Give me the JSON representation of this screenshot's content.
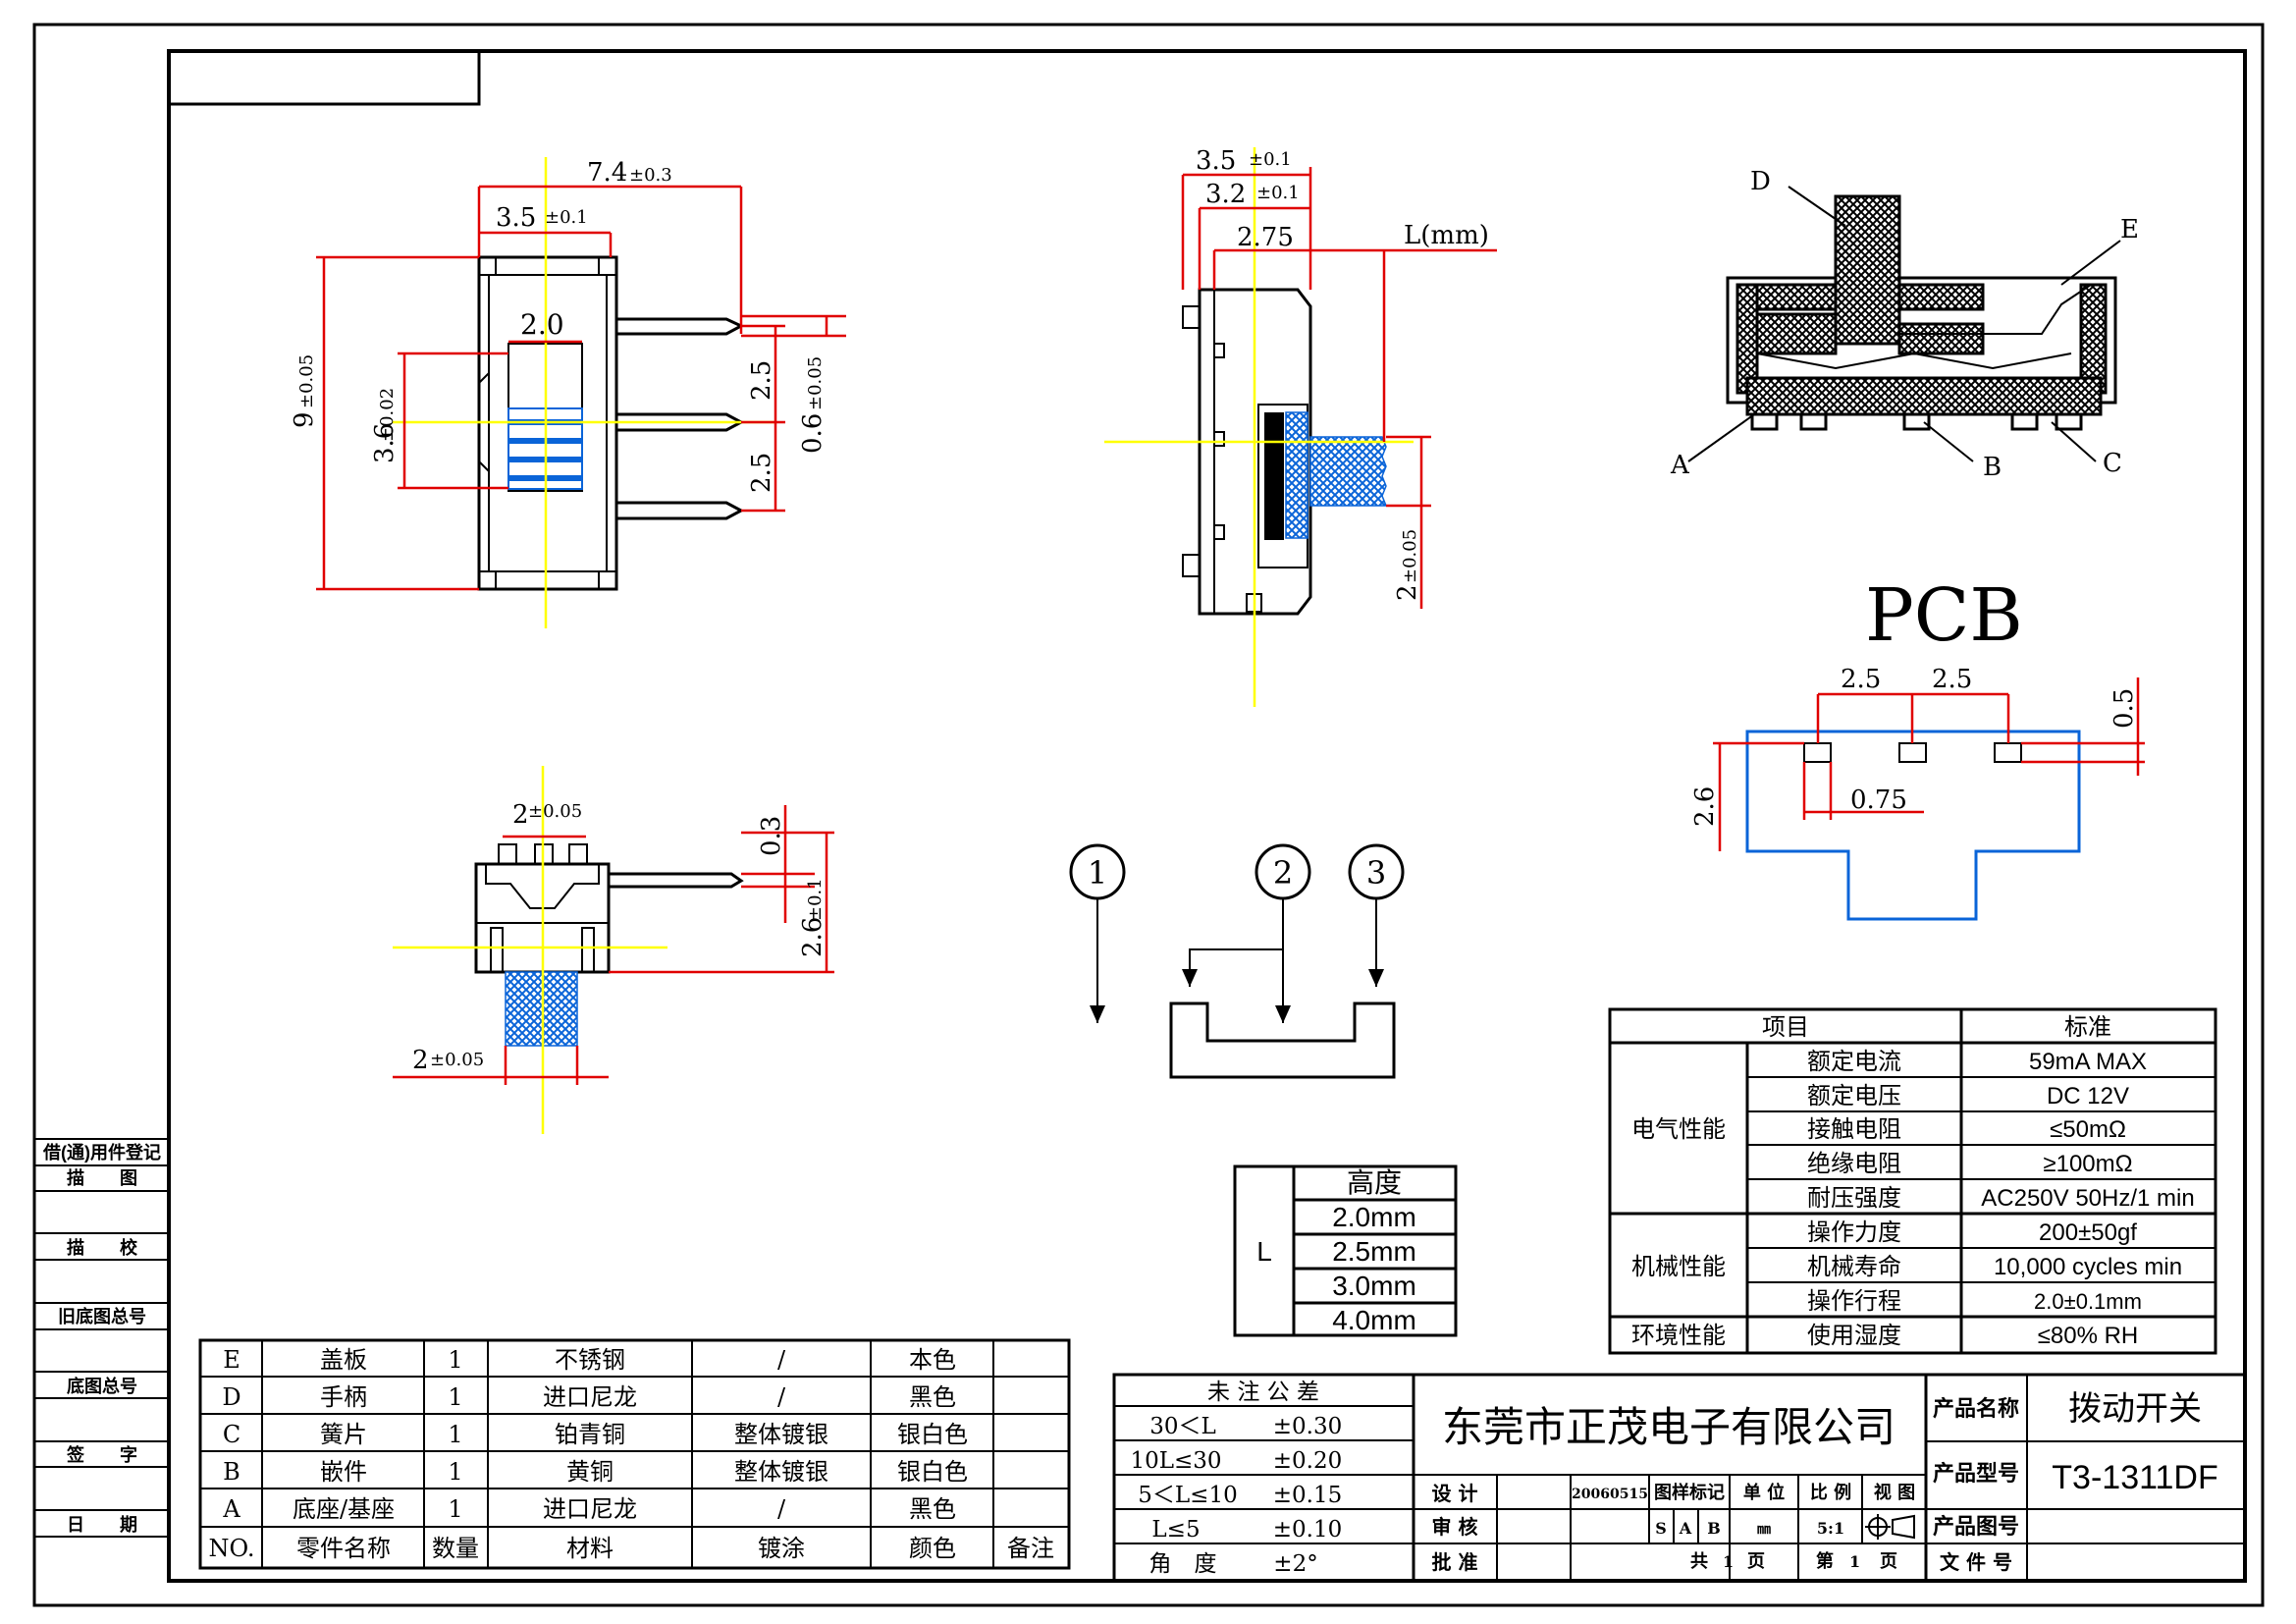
{
  "title_block": {
    "company": "东莞市正茂电子有限公司",
    "product_name_label": "产品名称",
    "product_name": "拨动开关",
    "product_model_label": "产品型号",
    "product_model": "T3-1311DF",
    "product_drawing_no_label": "产品图号",
    "file_no_label": "文 件 号",
    "design_label": "设 计",
    "date": "20060515",
    "review_label": "审 核",
    "approve_label": "批 准",
    "sample_mark_label": "图样标记",
    "unit_label": "单 位",
    "unit": "㎜",
    "scale_label": "比 例",
    "scale": "5:1",
    "view_label": "视 图",
    "marks": [
      "S",
      "A",
      "B"
    ],
    "total_label": "共",
    "total_pages": "1",
    "page_label": "页",
    "sheet_label": "第",
    "sheet_no": "1",
    "sheet_page_label": "页"
  },
  "tolerance_table": {
    "header": "未 注 公 差",
    "rows": [
      {
        "range": "30＜L",
        "tol": "±0.30"
      },
      {
        "range": "10L≤30",
        "tol": "±0.20"
      },
      {
        "range": "5＜L≤10",
        "tol": "±0.15"
      },
      {
        "range": "L≤5",
        "tol": "±0.10"
      },
      {
        "range": "角　度",
        "tol": "±2°"
      }
    ]
  },
  "bom": {
    "header": [
      "NO.",
      "零件名称",
      "数量",
      "材料",
      "镀涂",
      "颜色",
      "备注"
    ],
    "rows": [
      [
        "E",
        "盖板",
        "1",
        "不锈钢",
        "/",
        "本色",
        ""
      ],
      [
        "D",
        "手柄",
        "1",
        "进口尼龙",
        "/",
        "黑色",
        ""
      ],
      [
        "C",
        "簧片",
        "1",
        "铂青铜",
        "整体镀银",
        "银白色",
        ""
      ],
      [
        "B",
        "嵌件",
        "1",
        "黄铜",
        "整体镀银",
        "银白色",
        ""
      ],
      [
        "A",
        "底座/基座",
        "1",
        "进口尼龙",
        "/",
        "黑色",
        ""
      ]
    ]
  },
  "height_table": {
    "header": "高度",
    "label": "L",
    "values": [
      "2.0mm",
      "2.5mm",
      "3.0mm",
      "4.0mm"
    ]
  },
  "spec_table": {
    "header_item": "项目",
    "header_std": "标准",
    "groups": [
      {
        "name": "电气性能",
        "items": [
          {
            "item": "额定电流",
            "std": "59mA MAX"
          },
          {
            "item": "额定电压",
            "std": "DC  12V"
          },
          {
            "item": "接触电阻",
            "std": "≤50mΩ"
          },
          {
            "item": "绝缘电阻",
            "std": "≥100mΩ"
          },
          {
            "item": "耐压强度",
            "std": "AC250V  50Hz/1 min"
          }
        ]
      },
      {
        "name": "机械性能",
        "items": [
          {
            "item": "操作力度",
            "std": "200±50gf"
          },
          {
            "item": "机械寿命",
            "std": "10,000 cycles min"
          },
          {
            "item": "操作行程",
            "std": "2.0±0.1mm"
          }
        ]
      },
      {
        "name": "环境性能",
        "items": [
          {
            "item": "使用湿度",
            "std": "≤80% RH"
          }
        ]
      }
    ]
  },
  "side_registry": {
    "title": "借(通)用件登记",
    "rows": [
      "描　　图",
      "描　　校",
      "旧底图总号",
      "底图总号",
      "签　　字",
      "日　　期"
    ]
  },
  "pcb": {
    "title": "PCB",
    "dims": [
      "2.5",
      "2.5",
      "0.5",
      "2.6",
      "0.75"
    ]
  },
  "dimensions": {
    "front": [
      "7.4",
      "±0.3",
      "3.5",
      "±0.1",
      "2.0",
      "9",
      "±0.05",
      "3.6",
      "±0.02",
      "2.5",
      "2.5",
      "0.6",
      "±0.05"
    ],
    "side": [
      "3.5",
      "±0.1",
      "3.2",
      "±0.1",
      "2.75",
      "L(mm)",
      "2",
      "±0.05"
    ],
    "top": [
      "2",
      "±0.05",
      "0.3",
      "2.6",
      "±0.1",
      "2",
      "±0.05"
    ]
  },
  "parts_callouts": [
    "D",
    "E",
    "A",
    "B",
    "C"
  ],
  "circuit_nodes": [
    "1",
    "2",
    "3"
  ],
  "colors": {
    "dimension": "#e00000",
    "centerline": "#ffff00",
    "pcb_outline": "#0a64d8",
    "hatch_blue": "#0a64d8"
  }
}
